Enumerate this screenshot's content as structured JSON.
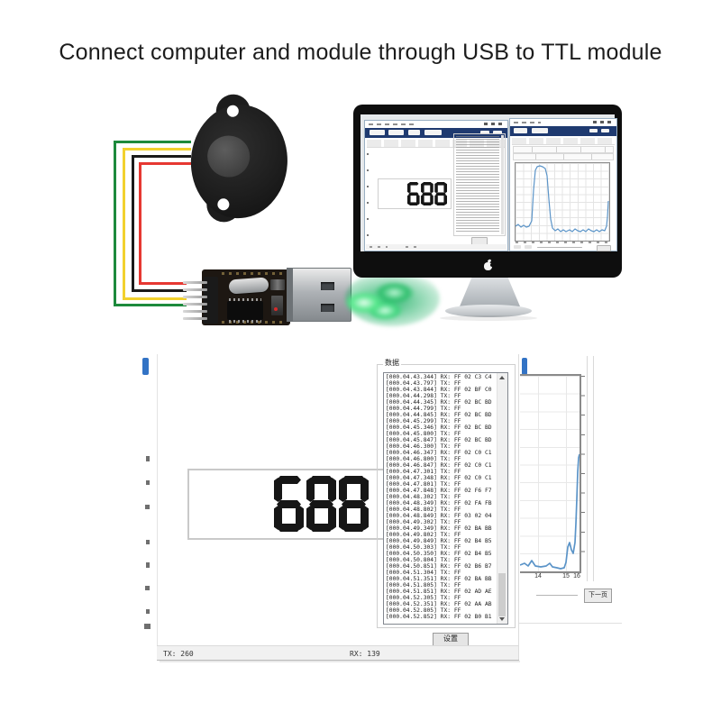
{
  "title": "Connect computer and module through USB to TTL module",
  "display_value": "688",
  "screenshot": {
    "group_label": "数据",
    "log_lines": [
      "[000.04.43.344] RX: FF 02 C3 C4",
      "[000.04.43.797] TX: FF",
      "[000.04.43.844] RX: FF 02 BF C0",
      "[000.04.44.298] TX: FF",
      "[000.04.44.345] RX: FF 02 BC BD",
      "[000.04.44.799] TX: FF",
      "[000.04.44.845] RX: FF 02 BC BD",
      "[000.04.45.299] TX: FF",
      "[000.04.45.346] RX: FF 02 BC BD",
      "[000.04.45.800] TX: FF",
      "[000.04.45.847] RX: FF 02 BC BD",
      "[000.04.46.300] TX: FF",
      "[000.04.46.347] RX: FF 02 C0 C1",
      "[000.04.46.800] TX: FF",
      "[000.04.46.847] RX: FF 02 C0 C1",
      "[000.04.47.301] TX: FF",
      "[000.04.47.348] RX: FF 02 C0 C1",
      "[000.04.47.801] TX: FF",
      "[000.04.47.848] RX: FF 02 F6 F7",
      "[000.04.48.302] TX: FF",
      "[000.04.48.349] RX: FF 02 FA FB",
      "[000.04.48.802] TX: FF",
      "[000.04.48.849] RX: FF 03 02 04",
      "[000.04.49.302] TX: FF",
      "[000.04.49.349] RX: FF 02 BA BB",
      "[000.04.49.802] TX: FF",
      "[000.04.49.849] RX: FF 02 B4 B5",
      "[000.04.50.303] TX: FF",
      "[000.04.50.350] RX: FF 02 B4 B5",
      "[000.04.50.804] TX: FF",
      "[000.04.50.851] RX: FF 02 B6 B7",
      "[000.04.51.304] TX: FF",
      "[000.04.51.351] RX: FF 02 BA BB",
      "[000.04.51.805] TX: FF",
      "[000.04.51.851] RX: FF 02 AD AE",
      "[000.04.52.305] TX: FF",
      "[000.04.52.351] RX: FF 02 AA AB",
      "[000.04.52.805] TX: FF",
      "[000.04.52.852] RX: FF 02 B0 B1"
    ],
    "settings_button": "设置",
    "status": {
      "tx": "TX: 260",
      "rx": "RX: 139"
    },
    "chart": {
      "type": "line",
      "line_color": "#5b94c8",
      "x_ticks": [
        {
          "label": "14",
          "x": 20
        },
        {
          "label": "15",
          "x": 51
        },
        {
          "label": "16",
          "x": 63
        }
      ],
      "points": [
        [
          0,
          210
        ],
        [
          5,
          208
        ],
        [
          9,
          211
        ],
        [
          13,
          205
        ],
        [
          17,
          211
        ],
        [
          23,
          212
        ],
        [
          29,
          211
        ],
        [
          33,
          208
        ],
        [
          36,
          212
        ],
        [
          41,
          213
        ],
        [
          45,
          214
        ],
        [
          49,
          213
        ],
        [
          51,
          207
        ],
        [
          53,
          190
        ],
        [
          55,
          185
        ],
        [
          57,
          193
        ],
        [
          59,
          197
        ],
        [
          60,
          191
        ],
        [
          61,
          185
        ],
        [
          62,
          164
        ],
        [
          63,
          137
        ],
        [
          64,
          107
        ],
        [
          65,
          91
        ],
        [
          66,
          87
        ]
      ],
      "next_button": "下一页"
    }
  },
  "monitor": {
    "chart": {
      "type": "line",
      "line_color": "#5b94c8",
      "points": [
        [
          0,
          70
        ],
        [
          3,
          68
        ],
        [
          6,
          71
        ],
        [
          9,
          69
        ],
        [
          12,
          71
        ],
        [
          15,
          70
        ],
        [
          18,
          64
        ],
        [
          20,
          30
        ],
        [
          22,
          8
        ],
        [
          24,
          4
        ],
        [
          27,
          3
        ],
        [
          30,
          4
        ],
        [
          33,
          6
        ],
        [
          35,
          14
        ],
        [
          37,
          40
        ],
        [
          39,
          62
        ],
        [
          41,
          72
        ],
        [
          44,
          75
        ],
        [
          47,
          73
        ],
        [
          50,
          76
        ],
        [
          53,
          74
        ],
        [
          56,
          76
        ],
        [
          60,
          74
        ],
        [
          63,
          76
        ],
        [
          66,
          73
        ],
        [
          69,
          75
        ],
        [
          72,
          76
        ],
        [
          75,
          74
        ],
        [
          78,
          76
        ],
        [
          81,
          73
        ],
        [
          84,
          75
        ],
        [
          87,
          76
        ],
        [
          90,
          74
        ],
        [
          93,
          76
        ],
        [
          96,
          74
        ],
        [
          99,
          75
        ],
        [
          101,
          70
        ],
        [
          102,
          60
        ],
        [
          103,
          42
        ]
      ]
    }
  },
  "colors": {
    "toolbar_navy": "#1f3a70",
    "scroll_thumb_blue": "#3273c5",
    "chart_line": "#5b94c8",
    "wire_green": "#1d8a3c",
    "wire_yellow": "#f2d12e",
    "wire_black": "#1a1a1a",
    "wire_red": "#e63832",
    "glow_green": "#00a550",
    "segment_black": "#161616"
  }
}
